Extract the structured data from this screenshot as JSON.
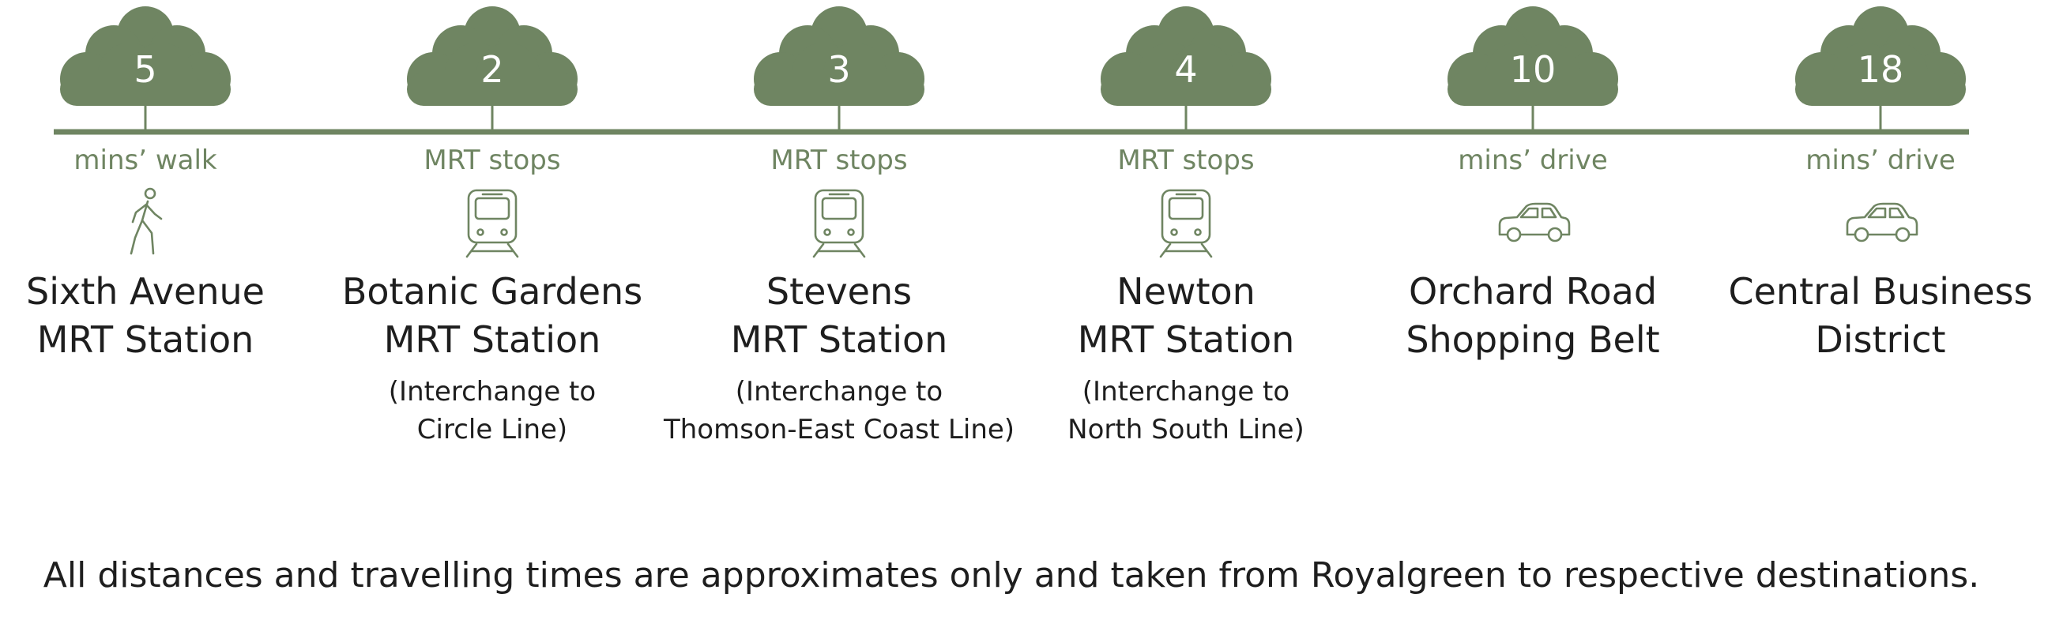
{
  "colors": {
    "tree_green": "#6f8562",
    "text_dark": "#1e1e1e",
    "background": "#ffffff"
  },
  "stops": [
    {
      "value": "5",
      "unit": "mins’ walk",
      "icon": "walking-person-icon",
      "title_lines": [
        "Sixth Avenue",
        "MRT Station"
      ],
      "sub_lines": []
    },
    {
      "value": "2",
      "unit": "MRT stops",
      "icon": "train-icon",
      "title_lines": [
        "Botanic Gardens",
        "MRT Station"
      ],
      "sub_lines": [
        "(Interchange to",
        "Circle Line)"
      ]
    },
    {
      "value": "3",
      "unit": "MRT stops",
      "icon": "train-icon",
      "title_lines": [
        "Stevens",
        "MRT Station"
      ],
      "sub_lines": [
        "(Interchange to",
        "Thomson-East Coast Line)"
      ]
    },
    {
      "value": "4",
      "unit": "MRT stops",
      "icon": "train-icon",
      "title_lines": [
        "Newton",
        "MRT Station"
      ],
      "sub_lines": [
        "(Interchange to",
        "North South Line)"
      ]
    },
    {
      "value": "10",
      "unit": "mins’ drive",
      "icon": "car-icon",
      "title_lines": [
        "Orchard Road",
        "Shopping Belt"
      ],
      "sub_lines": []
    },
    {
      "value": "18",
      "unit": "mins’ drive",
      "icon": "car-icon",
      "title_lines": [
        "Central Business",
        "District"
      ],
      "sub_lines": []
    }
  ],
  "disclaimer": "All distances and travelling times are approximates only and taken from Royalgreen to respective destinations."
}
